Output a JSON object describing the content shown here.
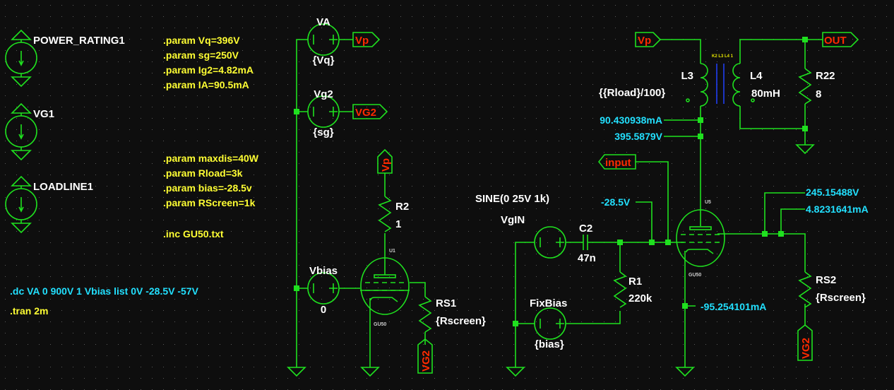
{
  "colors": {
    "background": "#0e0e0e",
    "wire": "#1fe01f",
    "label": "#ffffff",
    "net_label": "#ff2a00",
    "directive": "#ffff33",
    "readout": "#22e0ff",
    "core": "#2040ff"
  },
  "behavioral_sources": [
    {
      "name": "POWER_RATING1"
    },
    {
      "name": "VG1"
    },
    {
      "name": "LOADLINE1"
    }
  ],
  "params": [
    ".param Vq=396V",
    ".param sg=250V",
    ".param Ig2=4.82mA",
    ".param IA=90.5mA",
    ".param maxdis=40W",
    ".param Rload=3k",
    ".param bias=-28.5v",
    ".param RScreen=1k",
    ".inc GU50.txt"
  ],
  "dc_directive": ".dc VA 0 900V 1 Vbias list 0V -28.5V -57V",
  "tran_directive": ".tran 2m",
  "sources": {
    "VA": {
      "name": "VA",
      "value": "{Vq}"
    },
    "Vg2": {
      "name": "Vg2",
      "value": "{sg}"
    },
    "Vbias": {
      "name": "Vbias",
      "value": "0"
    },
    "VgIN": {
      "name": "VgIN",
      "value": "SINE(0 25V 1k)"
    },
    "FixBias": {
      "name": "FixBias",
      "value": "{bias}"
    }
  },
  "net_labels": {
    "vp": "Vp",
    "vg2": "VG2",
    "out": "OUT",
    "input": "input"
  },
  "tubes": {
    "u1": {
      "ref": "U1",
      "model": "GU50"
    },
    "u5": {
      "ref": "U5",
      "model": "GU50"
    }
  },
  "resistors": {
    "R2": {
      "name": "R2",
      "value": "1"
    },
    "RS1": {
      "name": "RS1",
      "value": "{Rscreen}"
    },
    "R1": {
      "name": "R1",
      "value": "220k"
    },
    "RS2": {
      "name": "RS2",
      "value": "{Rscreen}"
    },
    "R22": {
      "name": "R22",
      "value": "8"
    }
  },
  "capacitor": {
    "name": "C2",
    "value": "47n"
  },
  "inductors": {
    "L3": {
      "name": "L3",
      "value": "{{Rload}/100}"
    },
    "L4": {
      "name": "L4",
      "value": "80mH"
    },
    "coupling": "K2 L3 L4 1"
  },
  "readouts": {
    "plate_current": "90.430938mA",
    "plate_voltage": "395.5879V",
    "grid_bias": "-28.5V",
    "screen_voltage": "245.15488V",
    "screen_current": "4.8231641mA",
    "cathode_current": "-95.254101mA"
  }
}
